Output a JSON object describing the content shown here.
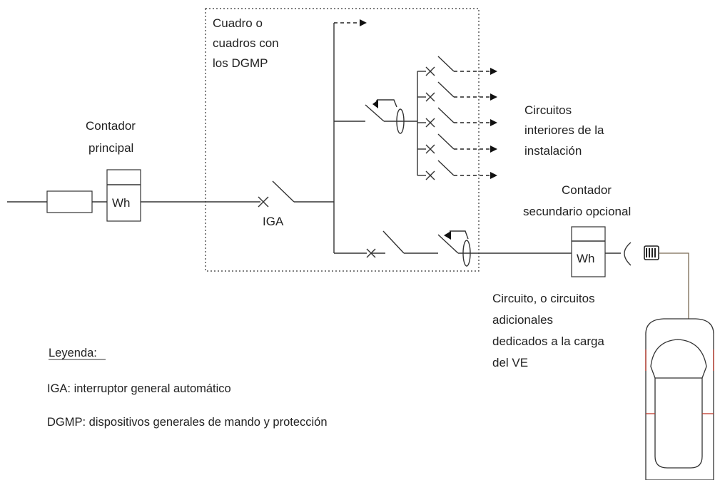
{
  "labels": {
    "panel": [
      "Cuadro o",
      "cuadros con",
      "los DGMP"
    ],
    "main_meter": [
      "Contador",
      "principal"
    ],
    "interior_circuits": [
      "Circuitos",
      "interiores de la",
      "instalación"
    ],
    "secondary_meter": [
      "Contador",
      "secundario opcional"
    ],
    "iga": "IGA",
    "ve_circuits": [
      "Circuito, o circuitos",
      "adicionales",
      "dedicados a la carga",
      "del VE"
    ],
    "wh_main": "Wh",
    "wh_secondary": "Wh"
  },
  "legend": {
    "title": "Leyenda:",
    "items": [
      "IGA: interruptor general automático",
      "DGMP: dispositivos generales de mando y protección"
    ]
  }
}
